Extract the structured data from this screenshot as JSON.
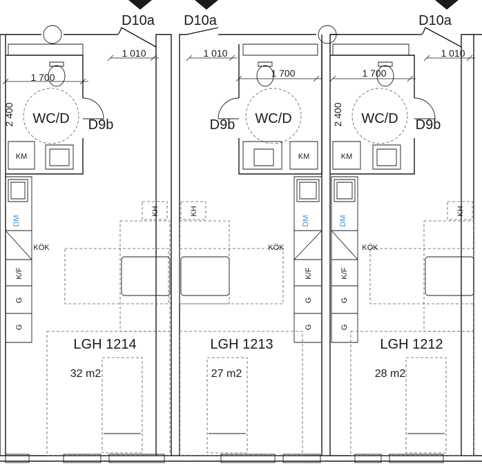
{
  "units": [
    {
      "name": "LGH 1214",
      "area": "32 m2",
      "wc": "WC/D",
      "door_top": "D10a",
      "door_bath": "D9b",
      "dim_door": "1 010",
      "dim_width": "1 700",
      "dim_height": "2 400",
      "km": "KM",
      "dm": "DM",
      "kf": "K/F",
      "g1": "G",
      "g2": "G",
      "kok": "KÖK",
      "kh": "KH"
    },
    {
      "name": "LGH 1213",
      "area": "27 m2",
      "wc": "WC/D",
      "door_top": "D10a",
      "door_bath": "D9b",
      "dim_door": "1 010",
      "dim_width": "1 700",
      "km": "KM",
      "dm": "DM",
      "kf": "K/F",
      "g1": "G",
      "g2": "G",
      "kok": "KÖK",
      "kh": "KH"
    },
    {
      "name": "LGH 1212",
      "area": "28 m2",
      "wc": "WC/D",
      "door_top": "D10a",
      "door_bath": "D9b",
      "dim_door": "1 010",
      "dim_width": "1 700",
      "dim_height": "2 400",
      "km": "KM",
      "dm": "DM",
      "kf": "K/F",
      "g1": "G",
      "g2": "G",
      "kok": "KÖK",
      "kh": "KH"
    }
  ]
}
